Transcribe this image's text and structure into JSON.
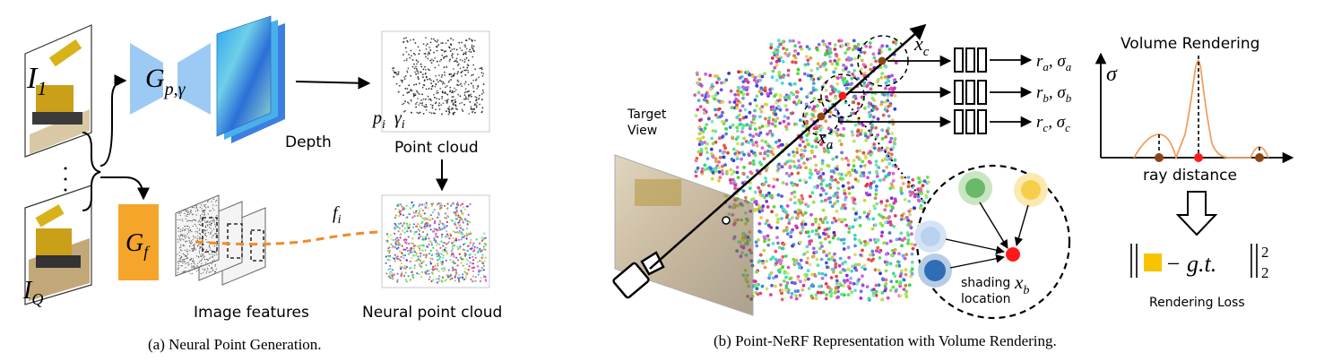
{
  "left_panel": {
    "input_image_top": "I",
    "input_image_top_sub": "1",
    "input_image_bottom": "I",
    "input_image_bottom_sub": "Q",
    "geometry_net": "G",
    "geometry_net_sub": "p,γ",
    "feature_net": "G",
    "feature_net_sub": "f",
    "depth_label": "Depth",
    "point_attr_p": "p",
    "point_attr_p_sub": "i",
    "point_attr_g": "γ",
    "point_attr_g_sub": "i",
    "point_cloud_label": "Point cloud",
    "feature_symbol": "f",
    "feature_symbol_sub": "i",
    "image_features_label": "Image features",
    "neural_cloud_label": "Neural point cloud",
    "caption": "(a) Neural Point Generation."
  },
  "right_panel": {
    "target_view_line1": "Target",
    "target_view_line2": "View",
    "xc": "x",
    "xc_sub": "c",
    "xa": "x",
    "xa_sub": "a",
    "out_a": "r",
    "out_a_sub": "a",
    "sigma_a_sub": "a",
    "out_b": "r",
    "out_b_sub": "b",
    "sigma_b_sub": "b",
    "out_c": "r",
    "out_c_sub": "c",
    "sigma_c_sub": "c",
    "sigma": "σ",
    "shading_line1": "shading",
    "shading_line2": "location",
    "xb": "x",
    "xb_sub": "b",
    "vr_title": "Volume Rendering",
    "vr_axis_y": "σ",
    "vr_axis_x": "ray distance",
    "loss_gt": "− g.t.",
    "loss_sup": "2",
    "loss_sub": "2",
    "loss_label": "Rendering Loss",
    "caption": "(b) Point-NeRF Representation with Volume Rendering."
  },
  "colors": {
    "geometry_net": "#9ccaf5",
    "feature_net": "#f5a52a",
    "dashed_arrow": "#f08a2b",
    "render_curve": "#f0a060",
    "sample_point": "#8b4513",
    "shading_point": "#ff1a1a",
    "loss_square": "#f7c400"
  }
}
